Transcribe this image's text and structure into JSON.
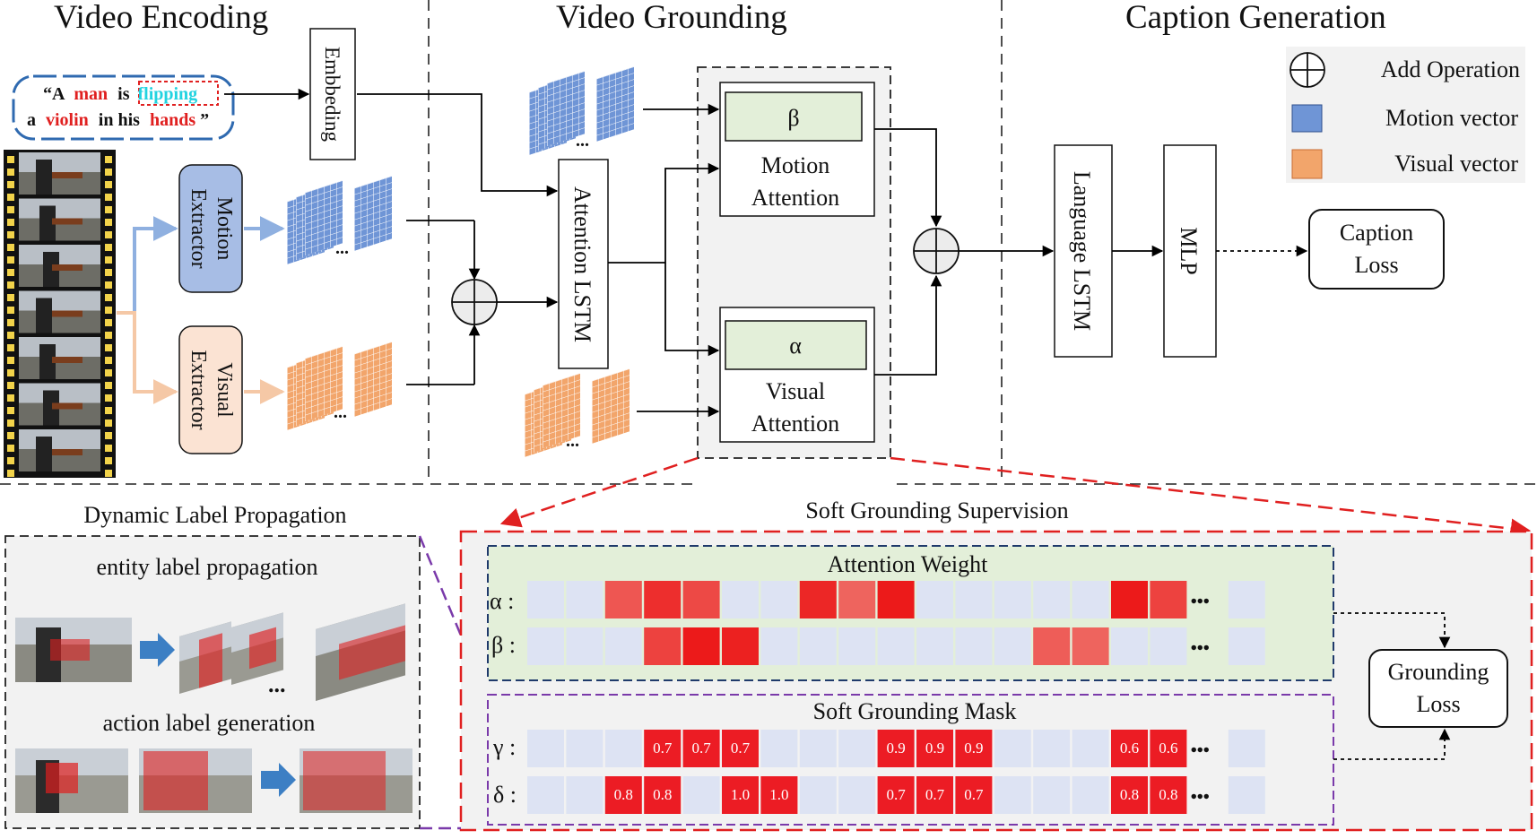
{
  "sections": {
    "encoding_title": "Video Encoding",
    "grounding_title": "Video Grounding",
    "caption_title": "Caption Generation"
  },
  "caption_text": {
    "open_quote": "“A",
    "w_man": "man",
    "w_is": "is",
    "w_flipping": "flipping",
    "w_a": "a",
    "w_violin": "violin",
    "w_in_his": "in his",
    "w_hands": "hands",
    "close_quote": "”"
  },
  "blocks": {
    "embedding": "Embbeding",
    "motion_extractor_1": "Motion",
    "motion_extractor_2": "Extractor",
    "visual_extractor_1": "Visual",
    "visual_extractor_2": "Extractor",
    "attention_lstm": "Attention LSTM",
    "beta_symbol": "β",
    "motion_attention_1": "Motion",
    "motion_attention_2": "Attention",
    "alpha_symbol": "α",
    "visual_attention_1": "Visual",
    "visual_attention_2": "Attention",
    "language_lstm": "Language LSTM",
    "mlp": "MLP",
    "caption_loss_1": "Caption",
    "caption_loss_2": "Loss",
    "grounding_loss_1": "Grounding",
    "grounding_loss_2": "Loss",
    "ellipsis": "..."
  },
  "legend": {
    "add": "Add Operation",
    "motion": "Motion vector",
    "visual": "Visual vector"
  },
  "colors": {
    "motion_fill": "#6f95d6",
    "visual_fill": "#f2a56b",
    "highlight_red": "#e02020",
    "highlight_cyan": "#22d3e0",
    "lavender": "#dde3f3",
    "attention_panel": "#e3efd9",
    "panel_grey": "#f2f2f2"
  },
  "propagation": {
    "title": "Dynamic Label Propagation",
    "entity": "entity label propagation",
    "action": "action label generation",
    "ellipsis": "..."
  },
  "supervision": {
    "title": "Soft Grounding Supervision",
    "attention_weight_title": "Attention Weight",
    "mask_title": "Soft Grounding Mask",
    "alpha_label": "α :",
    "beta_label": "β :",
    "gamma_label": "γ :",
    "delta_label": "δ :",
    "alpha_row": [
      0,
      0,
      0.55,
      0.85,
      0.65,
      0,
      0,
      0.9,
      0.45,
      1.0,
      0,
      0,
      0,
      0,
      0,
      1.0,
      0.7
    ],
    "beta_row": [
      0,
      0,
      0,
      0.7,
      1.0,
      0.95,
      0,
      0,
      0,
      0,
      0,
      0,
      0,
      0.5,
      0.45,
      0,
      0
    ],
    "gamma_row": [
      "",
      "",
      "",
      "0.7",
      "0.7",
      "0.7",
      "",
      "",
      "",
      "0.9",
      "0.9",
      "0.9",
      "",
      "",
      "",
      "0.6",
      "0.6"
    ],
    "delta_row": [
      "",
      "",
      "0.8",
      "0.8",
      "",
      "1.0",
      "1.0",
      "",
      "",
      "0.7",
      "0.7",
      "0.7",
      "",
      "",
      "",
      "0.8",
      "0.8"
    ]
  }
}
